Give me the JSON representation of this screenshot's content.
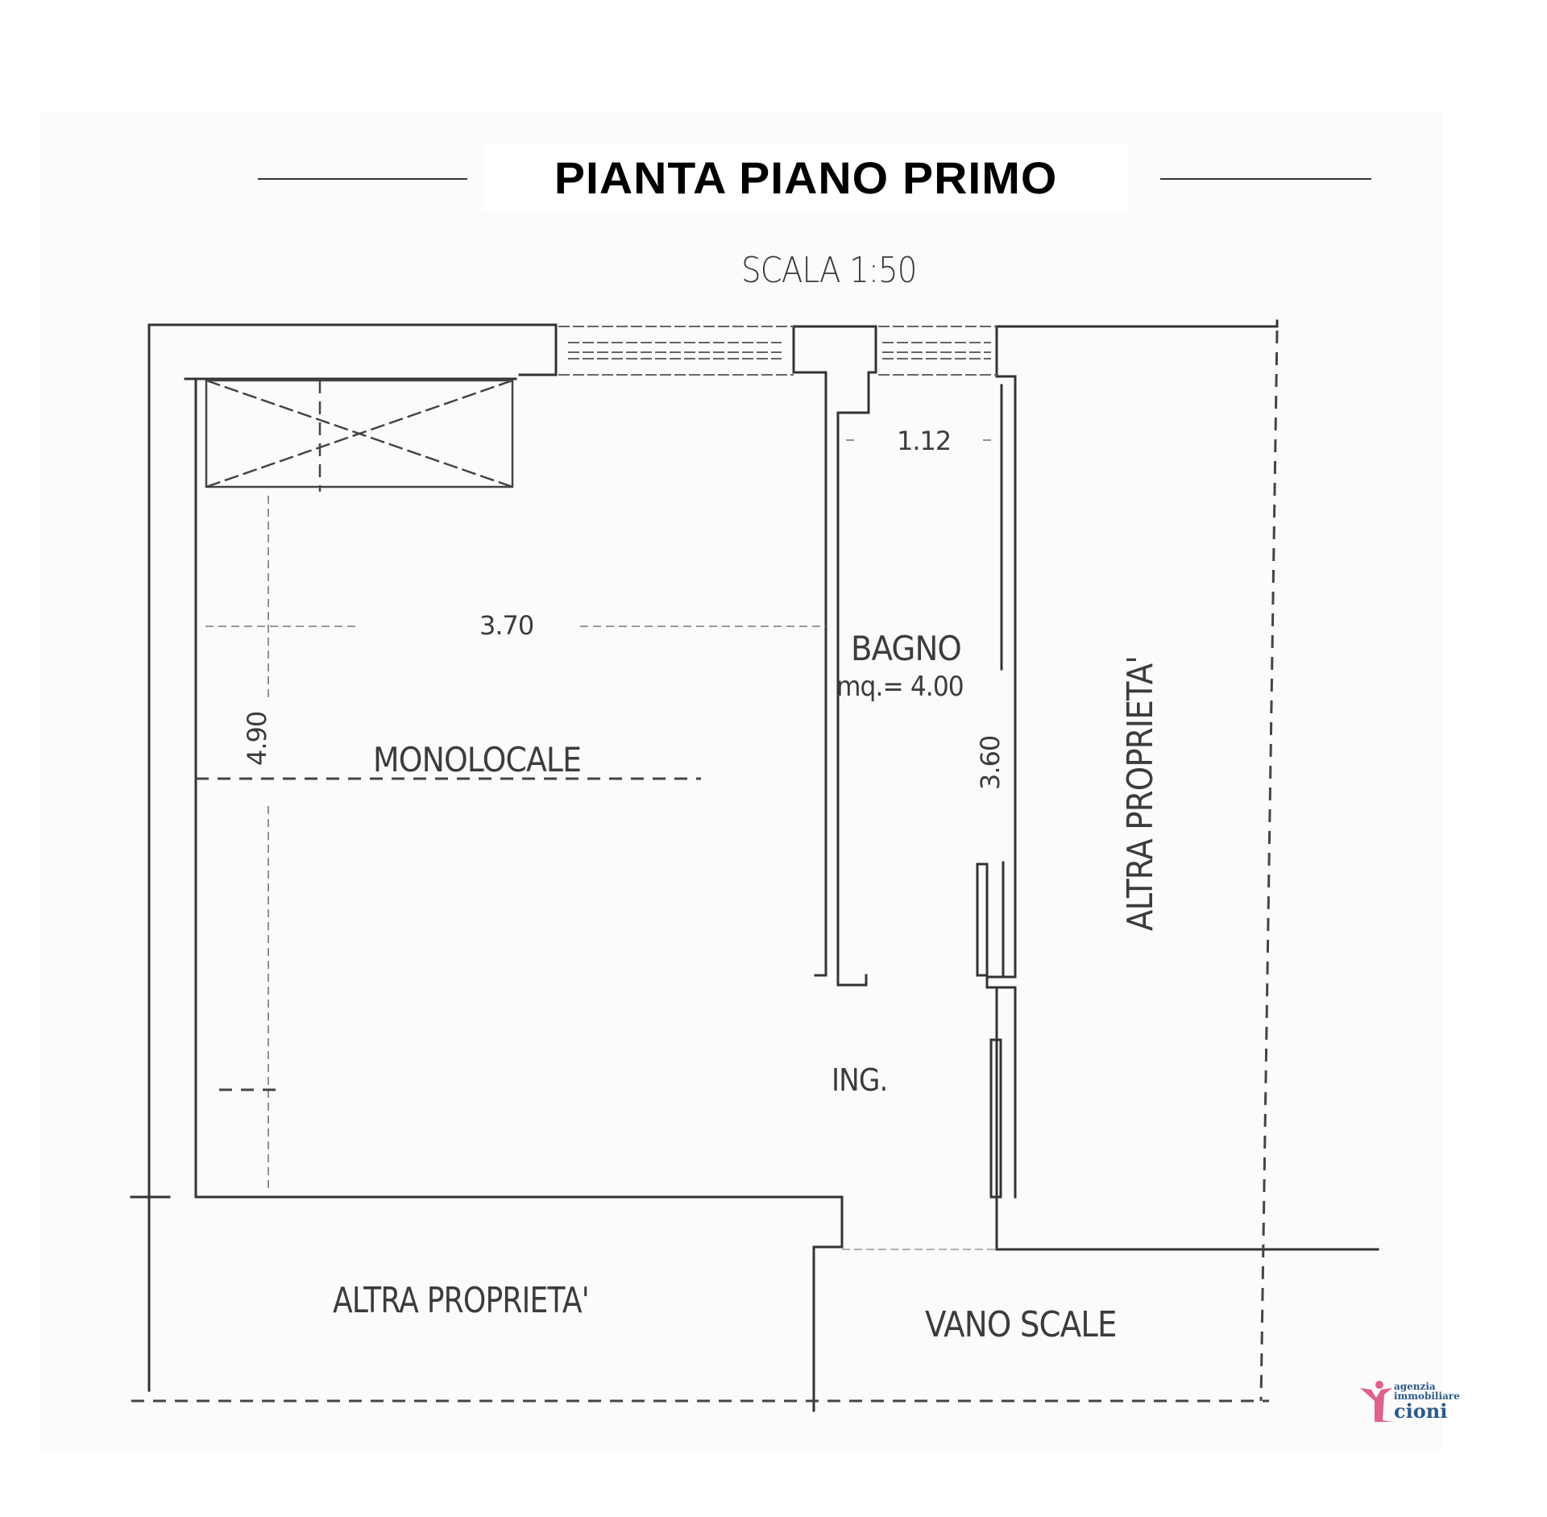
{
  "drawing": {
    "title": "PIANTA PIANO PRIMO",
    "scale_label": "SCALA  1:50"
  },
  "rooms": [
    {
      "id": "monolocale",
      "label": "MONOLOCALE"
    },
    {
      "id": "bagno",
      "label": "BAGNO",
      "area": "mq.= 4.00"
    },
    {
      "id": "ingresso",
      "label": "ING."
    },
    {
      "id": "altra-proprieta-right",
      "label": "ALTRA PROPRIETA'"
    },
    {
      "id": "altra-proprieta-bottom",
      "label": "ALTRA PROPRIETA'"
    },
    {
      "id": "vano-scale",
      "label": "VANO SCALE"
    }
  ],
  "dimensions": {
    "monolocale_width": "3.70",
    "monolocale_depth": "4.90",
    "bagno_width": "1.12",
    "bagno_depth": "3.60"
  },
  "logo": {
    "line1": "agenzia",
    "line2": "immobiliare",
    "line3": "cioni",
    "colors": {
      "mark": "#e0608f",
      "text": "#2b5a8c"
    }
  }
}
